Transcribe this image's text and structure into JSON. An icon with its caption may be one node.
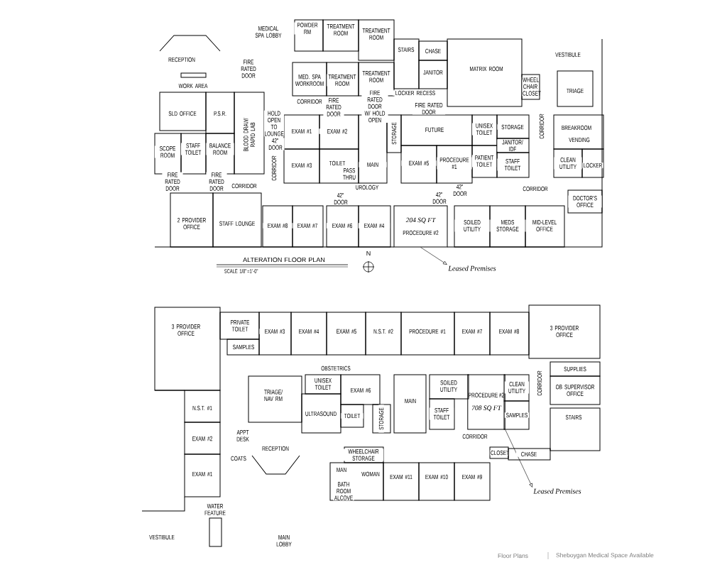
{
  "diagram": {
    "nodes": [
      {
        "text": [
          "Leased Premises"
        ]
      },
      {
        "text": [
          "Leased Premises"
        ]
      },
      {
        "text": [
          "204 SQ FT",
          "PROCEDURE #2"
        ]
      },
      {
        "text": [
          "PROCEDURE #2",
          "708 SQ FT"
        ]
      }
    ],
    "edges": [
      {
        "from": 2,
        "to": 0,
        "arrow": "to"
      },
      {
        "from": 3,
        "to": 1,
        "arrow": "to"
      }
    ],
    "labels": [
      "MEDICAL SPA LOBBY",
      "POWDER RM",
      "TREATMENT ROOM",
      "TREATMENT ROOM",
      "RECEPTION",
      "FIRE RATED DOOR",
      "WORK AREA",
      "MED. SPA WORKROOM",
      "TREATMENT ROOM",
      "TREATMENT ROOM",
      "STAIRS",
      "CHASE",
      "JANITOR",
      "MATRIX ROOM",
      "VESTIBULE",
      "WHEEL CHAIR CLOSET",
      "TRIAGE",
      "CORRIDOR",
      "LOCKER RECESS",
      "FIRE RATED DOOR",
      "FIRE RATED DOOR W/ HOLD OPEN",
      "FIRE RATED DOOR",
      "SLD OFFICE",
      "P.S.R.",
      "BLOOD DRAW/ RAPID LAB",
      "EXAM #1",
      "EXAM #2",
      "STORAGE",
      "FUTURE",
      "UNISEX TOILET",
      "STORAGE",
      "CORRIDOR",
      "BREAKROOM",
      "VENDING",
      "JANITOR/ IDF",
      "HOLD OPEN TO LOUNGE",
      "42\" DOOR",
      "SCOPE ROOM",
      "STAFF TOILET",
      "BALANCE ROOM",
      "CORRIDOR",
      "EXAM #3",
      "TOILET",
      "PASS THRU",
      "MAIN",
      "EXAM #5",
      "PROCEDURE #1",
      "PATIENT TOILET",
      "STAFF TOILET",
      "CLEAN UTILITY",
      "LOCKER",
      "FIRE RATED DOOR",
      "FIRE RATED DOOR",
      "CORRIDOR",
      "UROLOGY",
      "42\" DOOR",
      "CORRIDOR",
      "42\" DOOR",
      "42\" DOOR",
      "DOCTOR'S OFFICE",
      "2 PROVIDER OFFICE",
      "STAFF LOUNGE",
      "EXAM #8",
      "EXAM #7",
      "EXAM #6",
      "EXAM #4",
      "SOILED UTILITY",
      "MEDS STORAGE",
      "MID-LEVEL OFFICE",
      "ALTERATION FLOOR PLAN",
      "SCALE 1/8\"=1'-0\"",
      "N",
      "3 PROVIDER OFFICE",
      "PRIVATE TOILET",
      "SAMPLES",
      "EXAM #3",
      "EXAM #4",
      "EXAM #5",
      "N.S.T. #2",
      "PROCEDURE #1",
      "EXAM #7",
      "EXAM #8",
      "3 PROVIDER OFFICE",
      "OBSTETRICS",
      "SUPPLIES",
      "UNISEX TOILET",
      "EXAM #6",
      "TRIAGE/ NAV RM",
      "MAIN",
      "SOILED UTILITY",
      "CLEAN UTILITY",
      "CORRIDOR",
      "OB SUPERVISOR OFFICE",
      "N.S.T. #1",
      "ULTRASOUND",
      "TOILET",
      "STORAGE",
      "STAFF TOILET",
      "SAMPLES",
      "STAIRS",
      "EXAM #2",
      "APPT DESK",
      "RECEPTION",
      "COATS",
      "CORRIDOR",
      "WHEELCHAIR STORAGE",
      "CLOSET",
      "CHASE",
      "EXAM #1",
      "MAN",
      "WOMAN",
      "EXAM #11",
      "EXAM #10",
      "EXAM #9",
      "BATH ROOM ALCOVE",
      "WATER FEATURE",
      "VESTIBULE",
      "MAIN LOBBY",
      "Floor Plans",
      "Sheboygan Medical Space Available"
    ]
  }
}
